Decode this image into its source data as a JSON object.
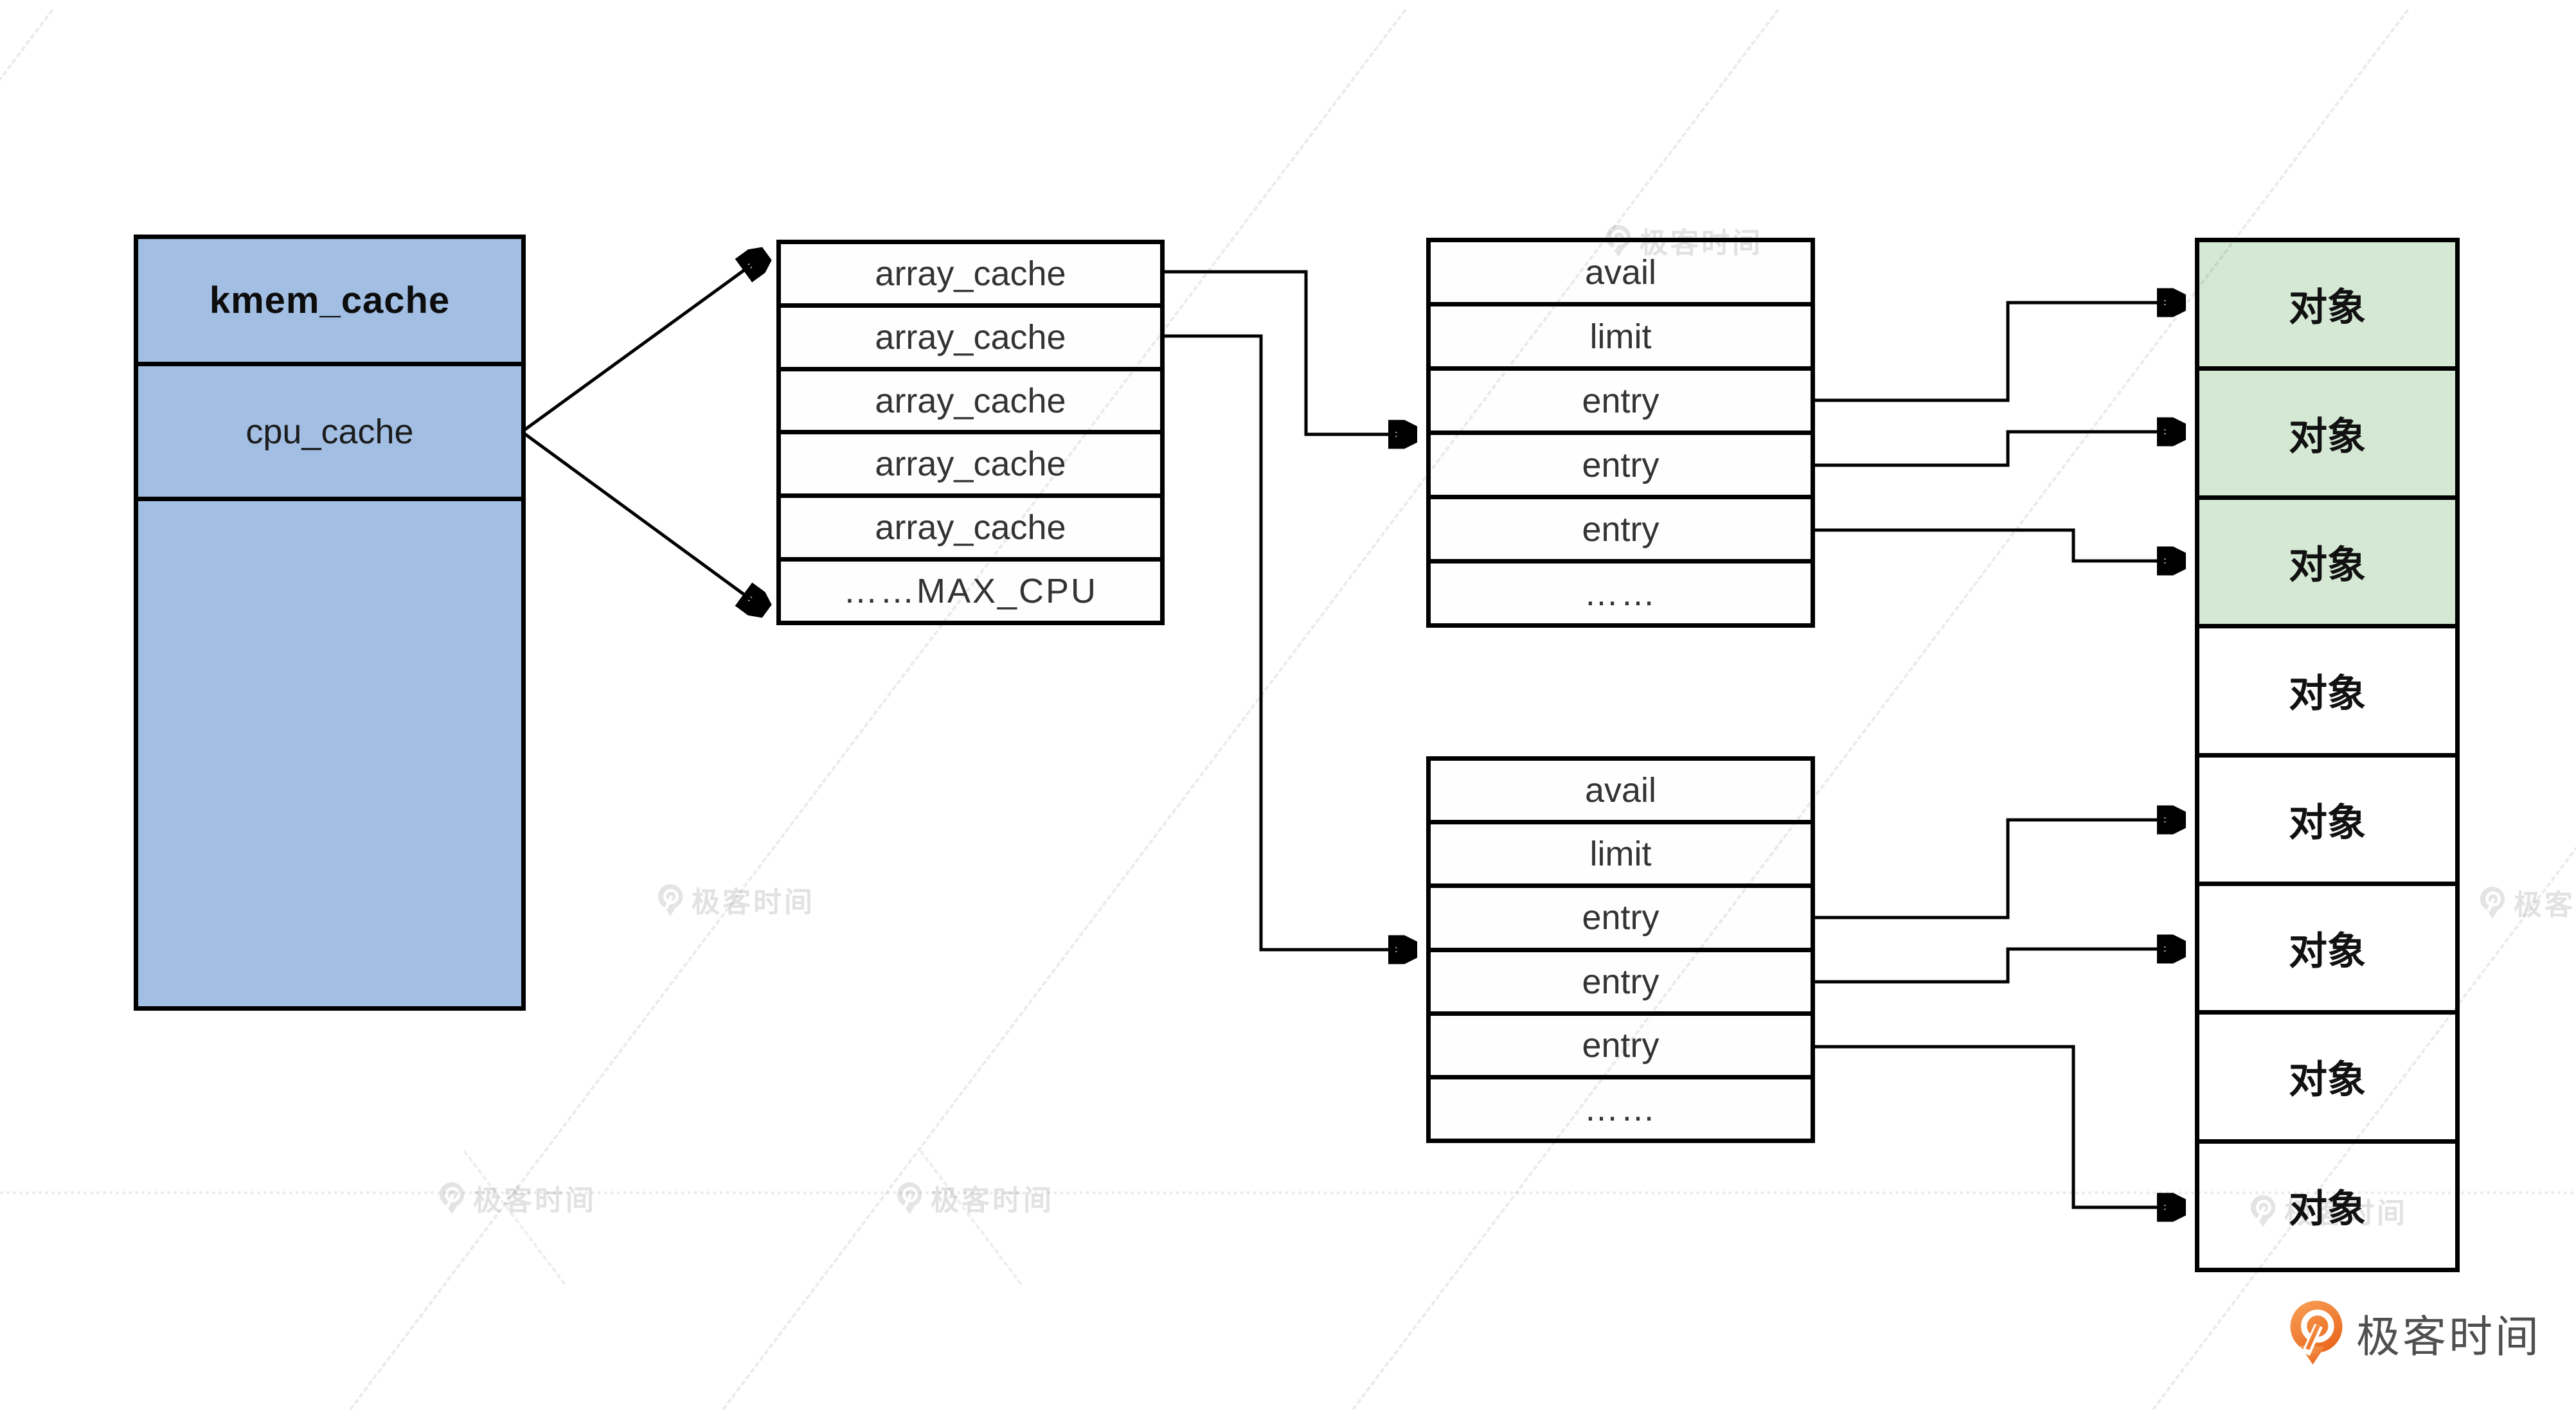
{
  "diagram": {
    "kmem_cache_box": {
      "title": "kmem_cache",
      "cpu_cache_label": "cpu_cache"
    },
    "array_cache_table": {
      "rows": [
        "array_cache",
        "array_cache",
        "array_cache",
        "array_cache",
        "array_cache",
        "……MAX_CPU"
      ]
    },
    "detail_table_top": {
      "rows": [
        "avail",
        "limit",
        "entry",
        "entry",
        "entry",
        "……"
      ]
    },
    "detail_table_bottom": {
      "rows": [
        "avail",
        "limit",
        "entry",
        "entry",
        "entry",
        "……"
      ]
    },
    "object_column": {
      "cells": [
        {
          "label": "对象",
          "allocated": true
        },
        {
          "label": "对象",
          "allocated": true
        },
        {
          "label": "对象",
          "allocated": true
        },
        {
          "label": "对象",
          "allocated": false
        },
        {
          "label": "对象",
          "allocated": false
        },
        {
          "label": "对象",
          "allocated": false
        },
        {
          "label": "对象",
          "allocated": false
        },
        {
          "label": "对象",
          "allocated": false
        }
      ]
    }
  },
  "watermark": {
    "text": "极客时间"
  },
  "brand": {
    "name": "极客时间"
  },
  "colors": {
    "struct_fill": "#a2bee3",
    "object_allocated_fill": "#d5e8d4",
    "box_border": "#000000",
    "arrow": "#000000",
    "watermark_gray": "#e2e2e2",
    "brand_orange": "#ee7524",
    "text_dark": "#333333"
  }
}
